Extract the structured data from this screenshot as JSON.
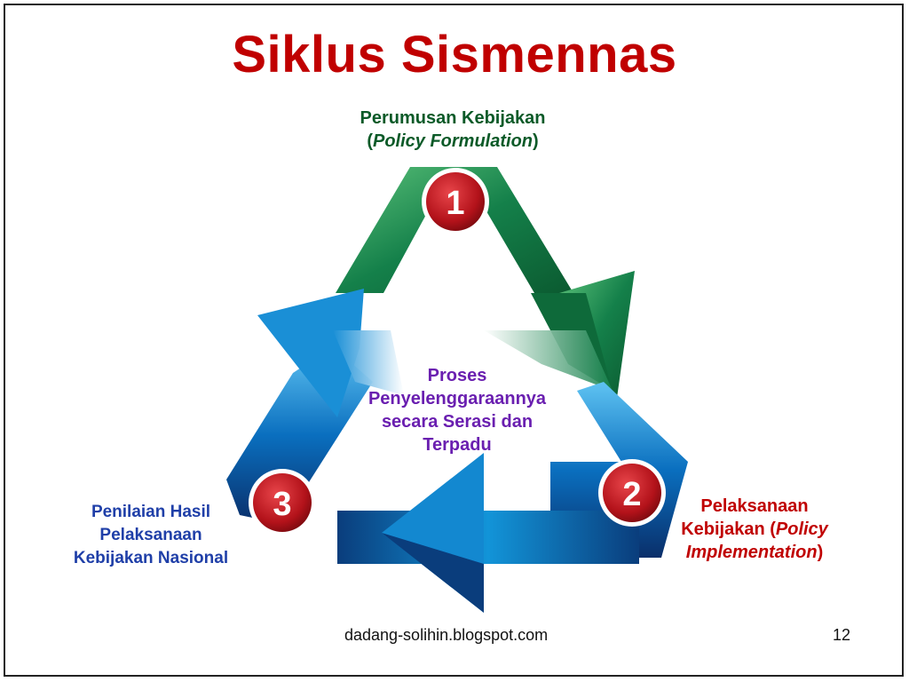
{
  "title": "Siklus Sismennas",
  "steps": [
    {
      "number": "1",
      "line1": "Perumusan Kebijakan",
      "line2_prefix": "(",
      "line2_italic": "Policy Formulation",
      "line2_suffix": ")"
    },
    {
      "number": "2",
      "line1": "Pelaksanaan",
      "line2_prefix": "Kebijakan (",
      "line2_italic": "Policy",
      "line3_italic": "Implementation",
      "line3_suffix": ")"
    },
    {
      "number": "3",
      "line1": "Penilaian Hasil",
      "line2": "Pelaksanaan",
      "line3": "Kebijakan Nasional"
    }
  ],
  "center": {
    "line1": "Proses",
    "line2": "Penyelenggaraannya",
    "line3": "secara Serasi dan",
    "line4": "Terpadu"
  },
  "footer": {
    "source": "dadang-solihin.blogspot.com",
    "page": "12"
  },
  "colors": {
    "title": "#c00000",
    "green_arrow": "#14804a",
    "blue_arrow": "#0a6fbf",
    "badge": "#c0141b"
  }
}
